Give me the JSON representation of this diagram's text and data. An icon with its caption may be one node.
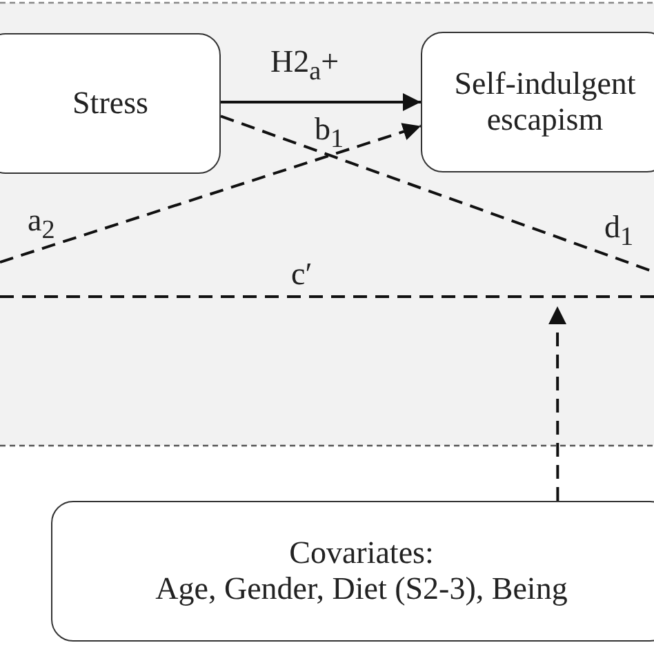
{
  "diagram": {
    "nodes": [
      {
        "text": [
          "Stress"
        ]
      },
      {
        "text": [
          "Self-indulgent escapism"
        ]
      },
      {
        "text": [
          "Covariates:",
          "Age, Gender, Diet (S2-3), Being"
        ]
      }
    ],
    "edges": [
      {
        "from": 0,
        "to": 1,
        "arrow": "to",
        "label": "H2$_{a}$+"
      },
      {
        "from": null,
        "to": 1,
        "arrow": "to",
        "style": "dashed",
        "label": "a$_{2}$"
      },
      {
        "from": 0,
        "to": null,
        "arrow": "none",
        "style": "dashed",
        "label": "d$_{1}$"
      },
      {
        "from": 2,
        "to": null,
        "arrow": "to",
        "style": "dashed"
      }
    ],
    "labels": [
      "b$_{1}$",
      "c′"
    ]
  }
}
